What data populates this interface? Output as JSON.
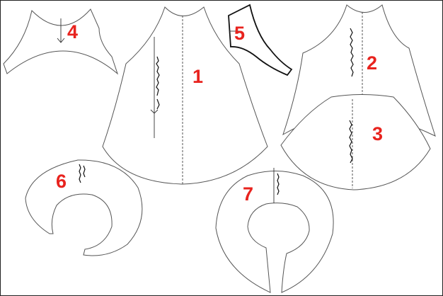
{
  "colors": {
    "label": "#e8231e",
    "outline": "#555555",
    "frame": "#222222"
  },
  "pieces": [
    {
      "id": "1",
      "label": "1"
    },
    {
      "id": "2",
      "label": "2"
    },
    {
      "id": "3",
      "label": "3"
    },
    {
      "id": "4",
      "label": "4"
    },
    {
      "id": "5",
      "label": "5"
    },
    {
      "id": "6",
      "label": "6"
    },
    {
      "id": "7",
      "label": "7"
    }
  ]
}
